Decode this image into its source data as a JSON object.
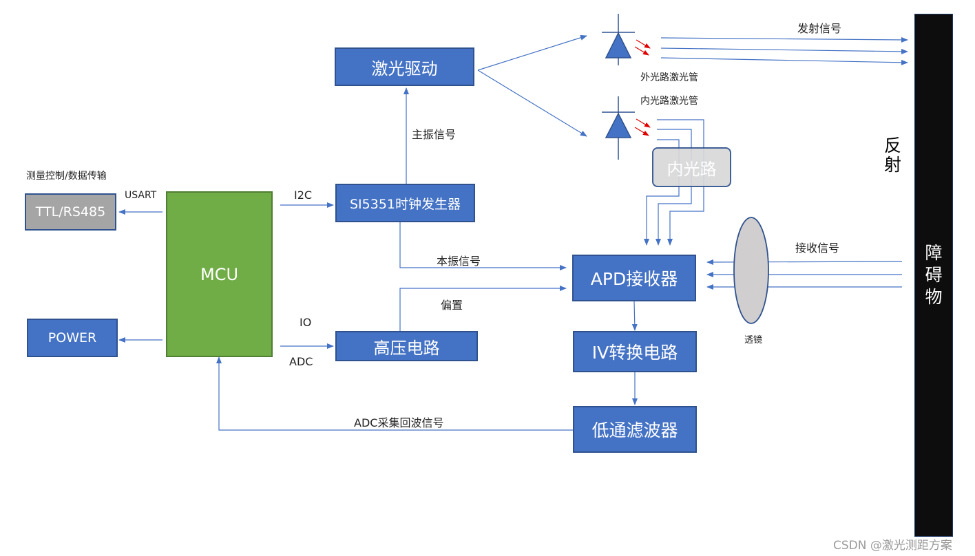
{
  "blocks": {
    "laser_driver": "激光驱动",
    "clock_gen": "SI5351时钟发生器",
    "mcu": "MCU",
    "ttl": "TTL/RS485",
    "power": "POWER",
    "high_voltage": "高压电路",
    "apd": "APD接收器",
    "iv": "IV转换电路",
    "lpf": "低通滤波器",
    "inner_path": "内光路",
    "obstacle": [
      "障",
      "碍",
      "物"
    ]
  },
  "labels": {
    "emit_signal": "发射信号",
    "outer_laser": "外光路激光管",
    "inner_laser": "内光路激光管",
    "reflect": [
      "反",
      "射"
    ],
    "main_osc": "主振信号",
    "meas_ctrl": "测量控制/数据传输",
    "usart": "USART",
    "i2c": "I2C",
    "local_osc": "本振信号",
    "receive_signal": "接收信号",
    "bias": "偏置",
    "io": "IO",
    "adc": "ADC",
    "lens": "透镜",
    "adc_echo": "ADC采集回波信号",
    "watermark": "CSDN @激光测距方案"
  },
  "colors": {
    "block_blue": "#4472c4",
    "block_border": "#2f528f",
    "mcu_green": "#70ad47",
    "gray": "#a5a5a5",
    "line": "#4472c4",
    "red_arrow": "#e00000",
    "obstacle": "#0d0d0d"
  }
}
